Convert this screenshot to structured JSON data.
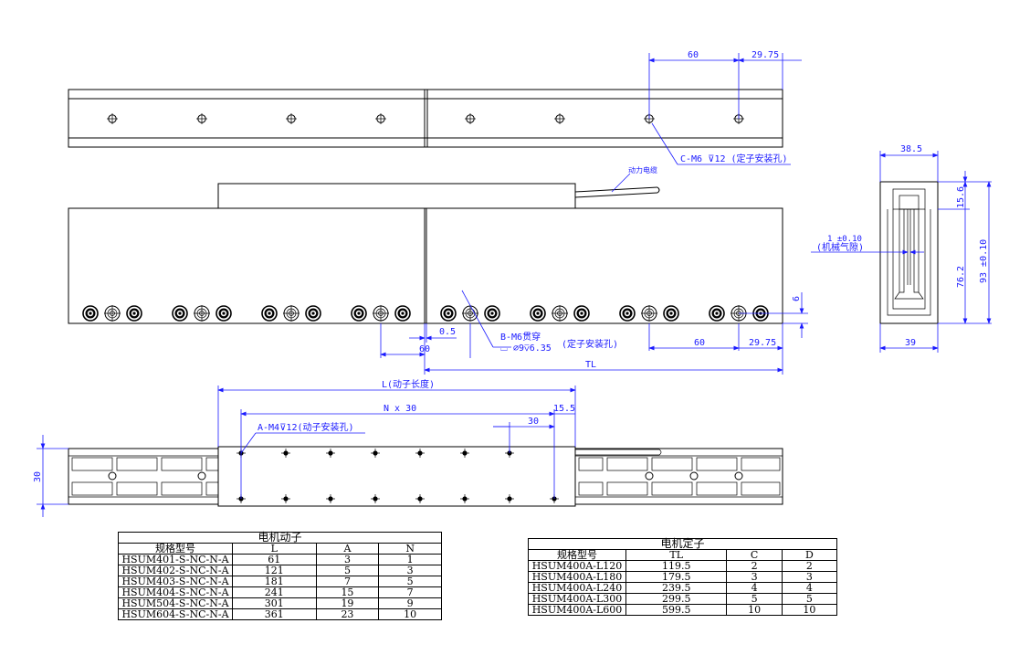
{
  "labels": {
    "d_60_top": "60",
    "d_2975_top": "29.75",
    "c_hole": "C-M6",
    "c_hole_depth": "12 (定子安装孔)",
    "power_cable": "动力电缆",
    "d_385": "38.5",
    "d_156": "15.6",
    "d_93": "93 ±0.10",
    "d_762": "76.2",
    "gap_value": "1  ±0.10",
    "gap_desc": "(机械气隙)",
    "d_39": "39",
    "d_6": "6",
    "d_05": "0.5",
    "d_60_mid": "60",
    "b_hole": "B-M6贯穿",
    "b_hole_cb": "⌀9",
    "b_hole_depth": "6.35",
    "b_hole_desc": "(定子安装孔)",
    "d_60_mid2": "60",
    "d_2975_mid": "29.75",
    "tl": "TL",
    "l_len": "L(动子长度)",
    "n30": "N x 30",
    "d_155": "15.5",
    "d_30_bot": "30",
    "a_hole": "A-M4",
    "a_hole_depth": "12(动子安装孔)",
    "d_30_side": "30"
  },
  "mover_table": {
    "title": "电机动子",
    "headers": [
      "规格型号",
      "L",
      "A",
      "N"
    ],
    "rows": [
      [
        "HSUM401-S-NC-N-A",
        "61",
        "3",
        "1"
      ],
      [
        "HSUM402-S-NC-N-A",
        "121",
        "5",
        "3"
      ],
      [
        "HSUM403-S-NC-N-A",
        "181",
        "7",
        "5"
      ],
      [
        "HSUM404-S-NC-N-A",
        "241",
        "15",
        "7"
      ],
      [
        "HSUM504-S-NC-N-A",
        "301",
        "19",
        "9"
      ],
      [
        "HSUM604-S-NC-N-A",
        "361",
        "23",
        "10"
      ]
    ]
  },
  "stator_table": {
    "title": "电机定子",
    "headers": [
      "规格型号",
      "TL",
      "C",
      "D"
    ],
    "rows": [
      [
        "HSUM400A-L120",
        "119.5",
        "2",
        "2"
      ],
      [
        "HSUM400A-L180",
        "179.5",
        "3",
        "3"
      ],
      [
        "HSUM400A-L240",
        "239.5",
        "4",
        "4"
      ],
      [
        "HSUM400A-L300",
        "299.5",
        "5",
        "5"
      ],
      [
        "HSUM400A-L600",
        "599.5",
        "10",
        "10"
      ]
    ]
  }
}
